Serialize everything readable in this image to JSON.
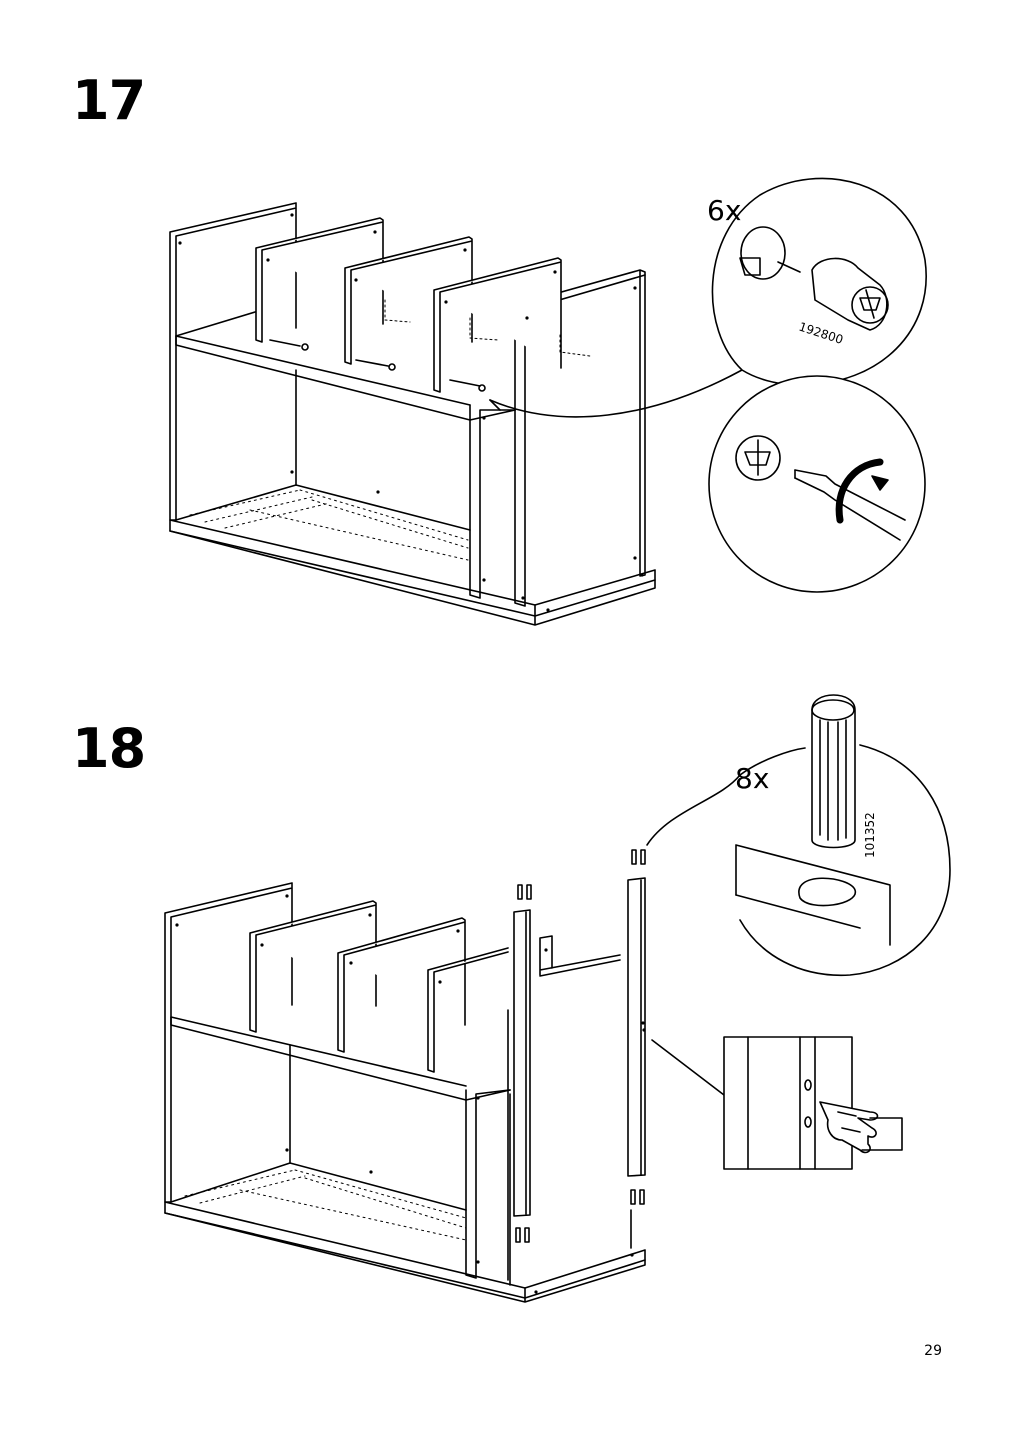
{
  "page": {
    "number": "29"
  },
  "steps": [
    {
      "number": "17",
      "callout_quantity": "6x",
      "part_number": "192800"
    },
    {
      "number": "18",
      "callout_quantity": "8x",
      "part_number": "101352"
    }
  ],
  "icons": {
    "step17": [
      "cam-lock-fitting-icon",
      "cam-hole-icon",
      "screwdriver-icon",
      "clockwise-rotation-arrow-icon"
    ],
    "step18": [
      "wooden-dowel-icon",
      "dowel-hole-icon",
      "pointing-hand-icon"
    ]
  }
}
